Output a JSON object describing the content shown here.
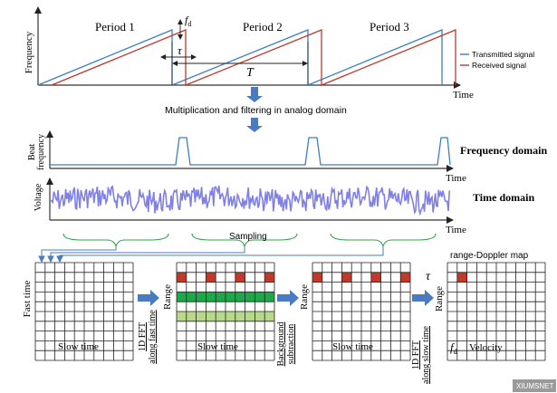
{
  "colors": {
    "transmitted": "#3a7fc0",
    "received": "#c0392b",
    "beat": "#3a7fc0",
    "noise": "#8080e8",
    "brace": "#2ea84a",
    "arrow": "#4a7bc0",
    "axis": "#333333",
    "red_cell": "#c0392b",
    "green_dark": "#1fa84a",
    "green_light": "#b9d98a"
  },
  "top_chart": {
    "period_labels": [
      "Period 1",
      "Period 2",
      "Period 3"
    ],
    "y_label": "Frequency",
    "x_label": "Time",
    "fd_label": "f",
    "fd_sub": "d",
    "tau_label": "τ",
    "T_label": "T",
    "legend": [
      "Transmitted signal",
      "Received signal"
    ]
  },
  "step_text": "Multiplication and filtering in analog domain",
  "beat_chart": {
    "y_label_1": "Beat",
    "y_label_2": "frequency",
    "x_label": "Time",
    "domain_label": "Frequency domain"
  },
  "voltage_chart": {
    "y_label": "Voltage",
    "x_label": "Time",
    "domain_label": "Time domain"
  },
  "sampling_label": "Sampling",
  "grids": {
    "fast_time_label": "Fast time",
    "slow_time_label": "Slow time",
    "range_label": "Range",
    "op1_line1": "1D FFT",
    "op1_line2": "along fast time",
    "op2_line1": "Background",
    "op2_line2": "subtraction",
    "op3_line1": "1D FFT",
    "op3_line2": "along slow time",
    "map_title": "range-Doppler map",
    "tau_label": "τ",
    "fd_label": "f",
    "fd_sub": "d",
    "velocity_label": "Velocity"
  },
  "watermark": "XIUMSNET"
}
